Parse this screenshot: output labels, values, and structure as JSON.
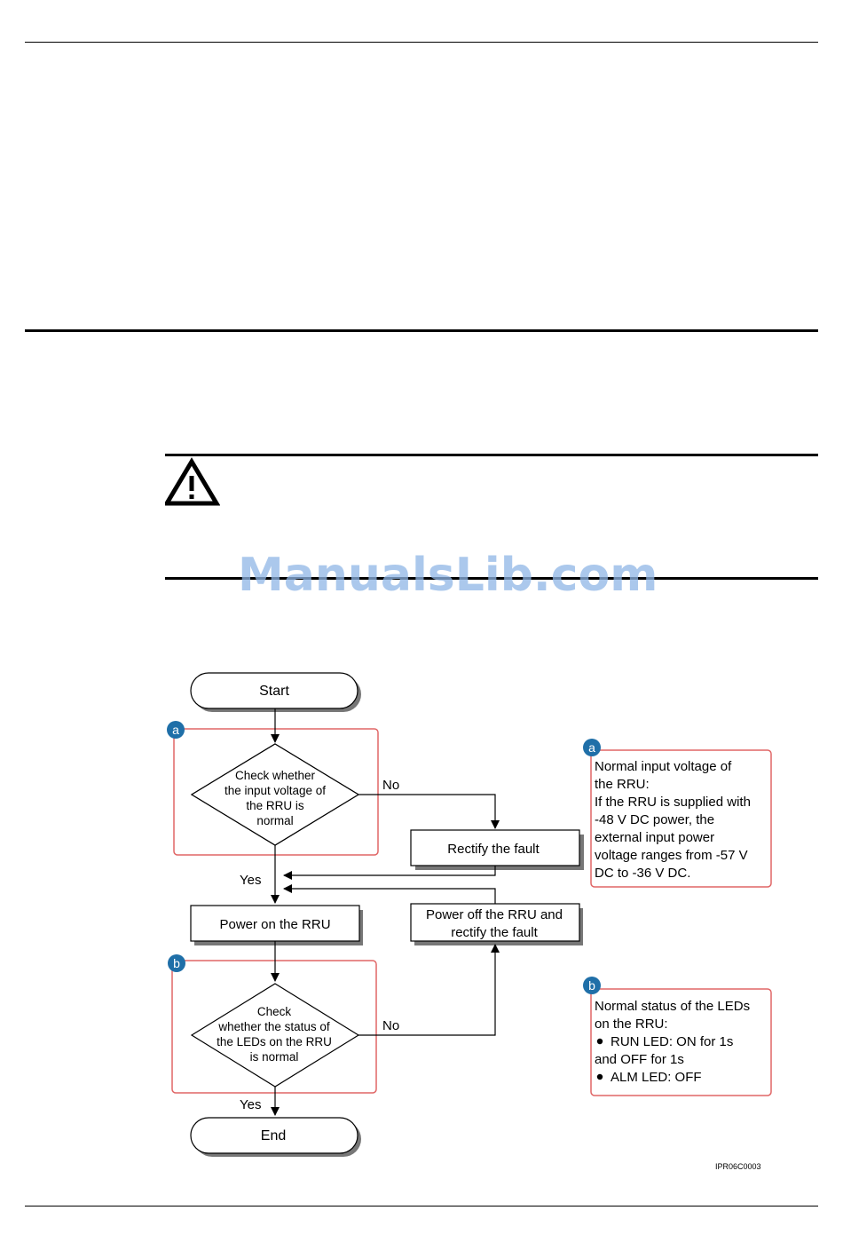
{
  "watermark": "ManualsLib.com",
  "flowchart": {
    "start_label": "Start",
    "end_label": "End",
    "decision_a_lines": [
      "Check whether",
      "the input voltage of",
      "the RRU is",
      "normal"
    ],
    "decision_b_lines": [
      "Check",
      "whether the status of",
      "the LEDs on the RRU",
      "is normal"
    ],
    "rectify_label": "Rectify the fault",
    "power_on_label": "Power on the RRU",
    "power_off_lines": [
      "Power off the RRU and",
      "rectify the fault"
    ],
    "no_label": "No",
    "yes_label": "Yes",
    "marker_a": "a",
    "marker_b": "b",
    "note_a_lines": [
      "Normal input voltage of",
      "the RRU:",
      "If the RRU is supplied with",
      "-48 V DC power, the",
      "external input power",
      "voltage ranges from -57 V",
      "DC to -36 V DC."
    ],
    "note_b_lines": [
      "Normal status of the LEDs",
      "on the RRU:",
      "RUN LED: ON for 1s",
      "and OFF for 1s",
      "ALM LED: OFF"
    ],
    "figure_id": "IPR06C0003"
  },
  "colors": {
    "callout_red": "#e06666",
    "marker_blue": "#1f6fa8",
    "shadow_gray": "#777777",
    "watermark_blue": "#8fb6e6"
  }
}
